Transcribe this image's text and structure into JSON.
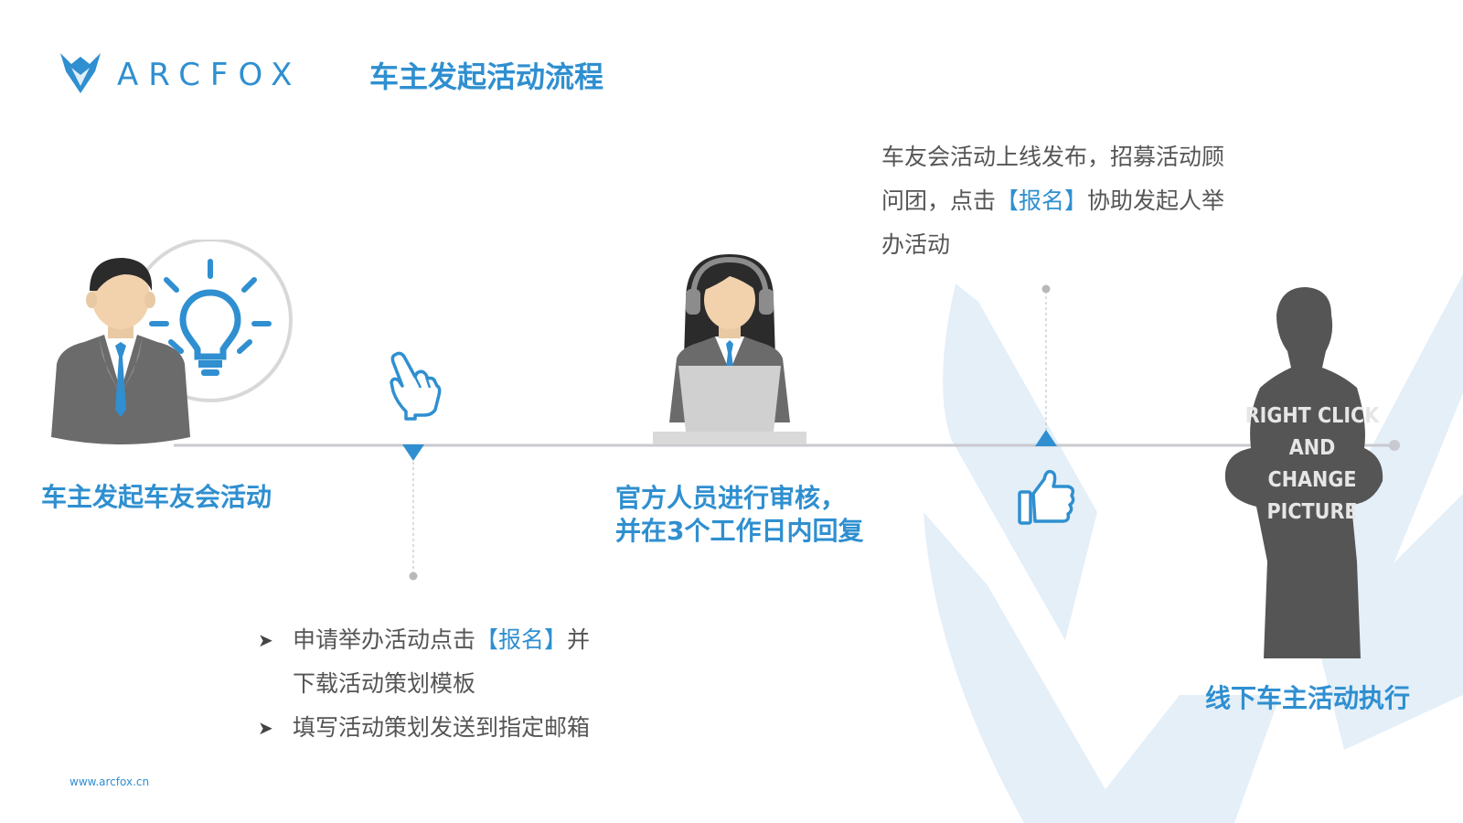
{
  "header": {
    "brand": "ARCFOX",
    "title": "车主发起活动流程"
  },
  "steps": [
    {
      "title": "车主发起车友会活动"
    },
    {
      "title_line1": "官方人员进行审核，",
      "title_line2": "并在3个工作日内回复"
    },
    {
      "title": "线下车主活动执行"
    }
  ],
  "note_top": {
    "line1": "车友会活动上线发布，招募活动顾",
    "line2_pre": "问团，点击",
    "line2_hl": "【报名】",
    "line2_post": "协助发起人举",
    "line3": "办活动"
  },
  "note_bottom": {
    "bullet1_pre": "申请举办活动点击",
    "bullet1_hl": "【报名】",
    "bullet1_post": "并",
    "bullet1_line2": "下载活动策划模板",
    "bullet2": "填写活动策划发送到指定邮箱"
  },
  "placeholder": {
    "line1": "RIGHT CLICK",
    "line2": "AND",
    "line3": "CHANGE PICTURE"
  },
  "footer": {
    "url": "www.arcfox.cn"
  },
  "colors": {
    "accent": "#2f8fd0",
    "text": "#555555",
    "timeline": "#c9c9d0",
    "silhouette": "#555555"
  },
  "icons": [
    "arcfox-logo-icon",
    "businessman-icon",
    "lightbulb-icon",
    "pointing-hand-icon",
    "support-agent-icon",
    "thumbs-up-icon",
    "silhouette-placeholder-icon",
    "bullet-arrow-icon"
  ]
}
